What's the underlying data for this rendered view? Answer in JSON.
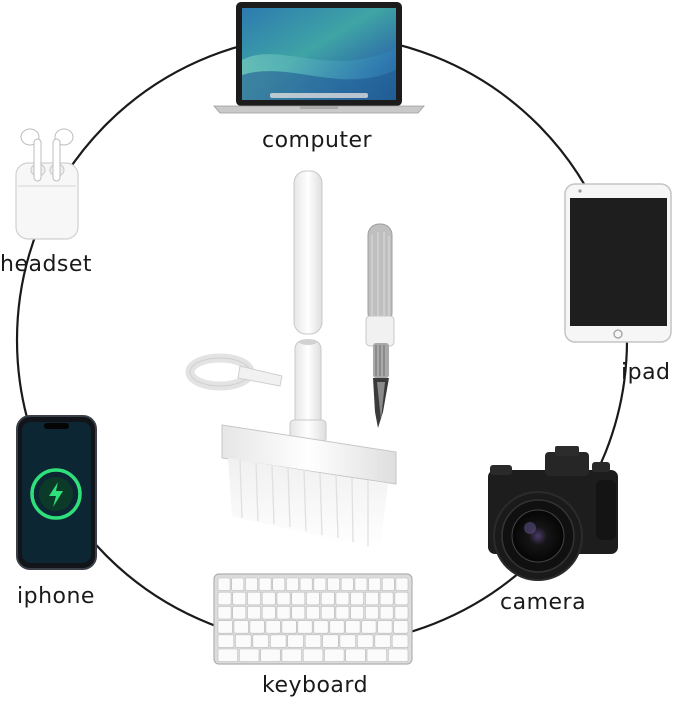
{
  "devices": [
    {
      "id": "computer",
      "label": "computer",
      "icon": "laptop-icon"
    },
    {
      "id": "headset",
      "label": "headset",
      "icon": "earbuds-icon"
    },
    {
      "id": "ipad",
      "label": "ipad",
      "icon": "tablet-icon"
    },
    {
      "id": "iphone",
      "label": "iphone",
      "icon": "smartphone-icon"
    },
    {
      "id": "camera",
      "label": "camera",
      "icon": "camera-icon"
    },
    {
      "id": "keyboard",
      "label": "keyboard",
      "icon": "keyboard-icon"
    }
  ],
  "product": {
    "icon": "cleaning-brush-kit-icon"
  },
  "colors": {
    "ring": "#1a1a1a",
    "label": "#1a1a1a",
    "white_part": "#f4f4f4",
    "screen_dark": "#1e1e1e"
  }
}
